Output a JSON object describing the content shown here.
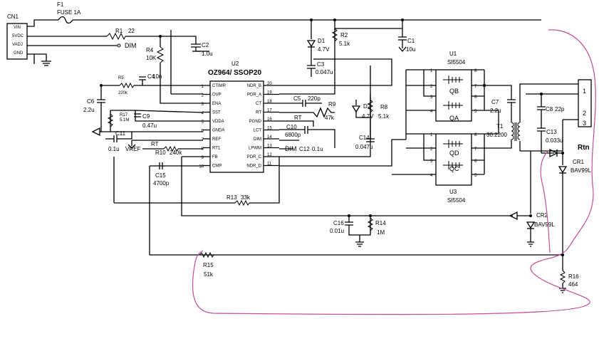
{
  "connector_cn1": {
    "ref": "CN1",
    "pins": [
      "VIN",
      "5VDC",
      "VADJ",
      "GND"
    ]
  },
  "fuse": {
    "ref": "F1",
    "value": "FUSE 1A"
  },
  "dim_label": "DIM",
  "vref_label": "VREF",
  "ic": {
    "ref": "U2",
    "part": "OZ964/ SSOP20",
    "left_pins": [
      {
        "n": "1",
        "name": "CTIMR"
      },
      {
        "n": "2",
        "name": "OVP"
      },
      {
        "n": "3",
        "name": "ENA"
      },
      {
        "n": "4",
        "name": "SST"
      },
      {
        "n": "5",
        "name": "VDDA"
      },
      {
        "n": "6",
        "name": "GNDA"
      },
      {
        "n": "7",
        "name": "REF"
      },
      {
        "n": "8",
        "name": "RT1"
      },
      {
        "n": "9",
        "name": "FB"
      },
      {
        "n": "10",
        "name": "CMP"
      }
    ],
    "right_pins": [
      {
        "n": "20",
        "name": "NDR_B"
      },
      {
        "n": "19",
        "name": "PDR_A"
      },
      {
        "n": "18",
        "name": "CT"
      },
      {
        "n": "17",
        "name": "RT"
      },
      {
        "n": "16",
        "name": "PGND"
      },
      {
        "n": "15",
        "name": "LCT"
      },
      {
        "n": "14",
        "name": "DIM"
      },
      {
        "n": "13",
        "name": "LPWM"
      },
      {
        "n": "12",
        "name": "PDR_C"
      },
      {
        "n": "11",
        "name": "NDR_D"
      }
    ]
  },
  "components": {
    "R1": {
      "ref": "R1",
      "value": "22"
    },
    "R2": {
      "ref": "R2",
      "value": "5.1k"
    },
    "R4": {
      "ref": "R4",
      "value": "10K"
    },
    "R5": {
      "ref": "R5",
      "value": "220k"
    },
    "R8": {
      "ref": "R8",
      "value": "5.1k"
    },
    "R9": {
      "ref": "R9",
      "value": "47k"
    },
    "R10": {
      "ref": "R10",
      "value": "240k"
    },
    "R13": {
      "ref": "R13",
      "value": "33k"
    },
    "R14": {
      "ref": "R14",
      "value": "1M"
    },
    "R15": {
      "ref": "R15",
      "value": "51k"
    },
    "R16": {
      "ref": "R16",
      "value": "464"
    },
    "R17": {
      "ref": "R17",
      "value": "5.1M"
    },
    "RT_small": "RT",
    "RT_pin": "RT",
    "C1": {
      "ref": "C1",
      "value": "10u"
    },
    "C2": {
      "ref": "C2",
      "value": "1.0u"
    },
    "C3": {
      "ref": "C3",
      "value": "0.047u"
    },
    "C4": {
      "ref": "C4",
      "value": "10n"
    },
    "C5": {
      "ref": "C5",
      "value": "220p"
    },
    "C6": {
      "ref": "C6",
      "value": "2.2u"
    },
    "C7": {
      "ref": "C7",
      "value": "2.2u"
    },
    "C8": {
      "ref": "C8",
      "value": "22p"
    },
    "C9": {
      "ref": "C9",
      "value": "0.47u"
    },
    "C10": {
      "ref": "C10",
      "value": "6800p"
    },
    "C11": {
      "ref": "C11",
      "value": "0.1u"
    },
    "C12": {
      "ref": "C12",
      "value": "0.1u"
    },
    "C13": {
      "ref": "C13",
      "value": "0.033u"
    },
    "C14": {
      "ref": "C14",
      "value": "0.047u"
    },
    "C15": {
      "ref": "C15",
      "value": "4700p"
    },
    "C16": {
      "ref": "C16",
      "value": "0.01u"
    },
    "D1": {
      "ref": "D1",
      "value": "4.7V"
    },
    "D2": {
      "ref": "D2",
      "value": "4.7V"
    },
    "CR1": {
      "ref": "CR1",
      "value": "BAV99L"
    },
    "CR2": {
      "ref": "CR2",
      "value": "BAV99L"
    },
    "T1": {
      "ref": "T1",
      "value": "30:2200"
    },
    "U1": {
      "ref": "U1",
      "part": "SI5504"
    },
    "U3": {
      "ref": "U3",
      "part": "SI5504"
    }
  },
  "mosfets": [
    "QB",
    "QA",
    "QD",
    "QC"
  ],
  "u1_pins": [
    "1",
    "2",
    "3",
    "4",
    "8",
    "7",
    "6",
    "5"
  ],
  "u3_pins": [
    "1",
    "2",
    "3",
    "4",
    "8",
    "7",
    "6",
    "5"
  ],
  "output_connector_pins": [
    "1",
    "2",
    "3"
  ],
  "rtn_label": "Rtn",
  "colors": {
    "wire": "#000000",
    "highlight": "#c0509a"
  }
}
